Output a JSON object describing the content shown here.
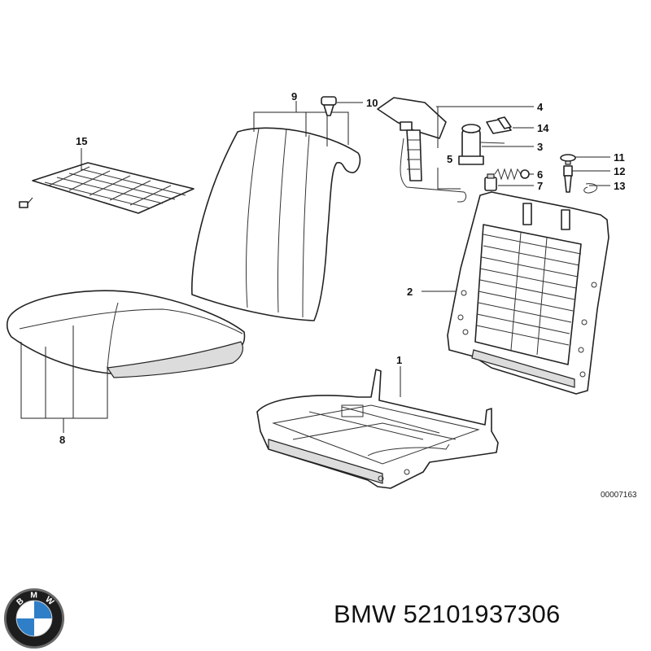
{
  "diagram": {
    "callouts": {
      "c1": "1",
      "c2": "2",
      "c3": "3",
      "c4": "4",
      "c5": "5",
      "c6": "6",
      "c7": "7",
      "c8": "8",
      "c9": "9",
      "c10": "10",
      "c11": "11",
      "c12": "12",
      "c13": "13",
      "c14": "14",
      "c15": "15"
    },
    "reference_number": "00007163"
  },
  "brand": {
    "logo_letters": "BMW",
    "colors": {
      "blue": "#2f7fc8",
      "dark": "#1d1d1d",
      "ring": "#6a6a6a"
    }
  },
  "caption": "BMW 52101937306"
}
